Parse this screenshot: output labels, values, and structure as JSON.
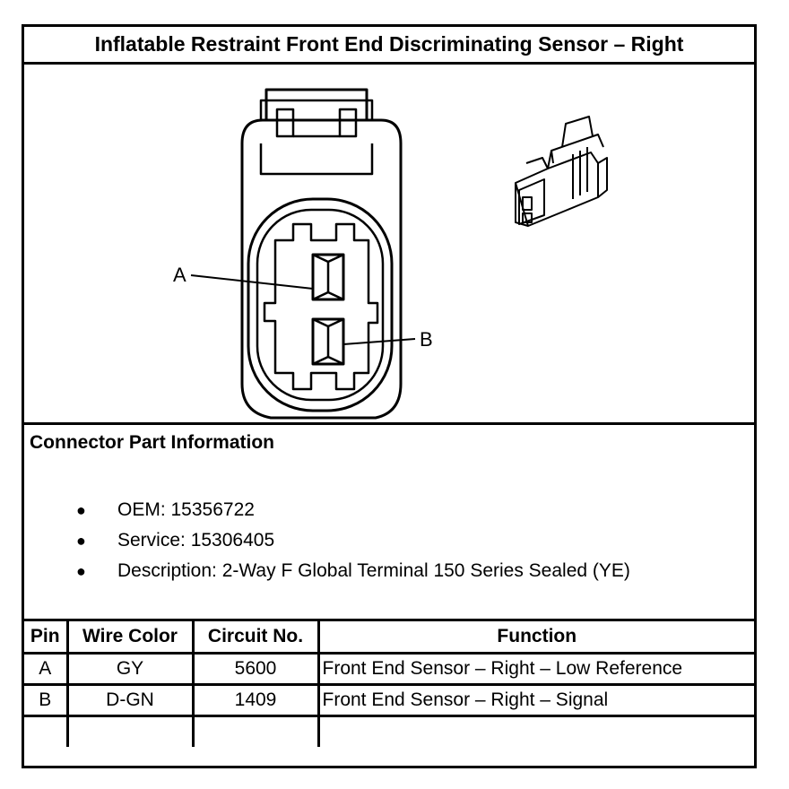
{
  "header": {
    "title": "Inflatable Restraint Front End Discriminating Sensor – Right"
  },
  "figure": {
    "callout_a": "A",
    "callout_b": "B"
  },
  "info": {
    "heading": "Connector Part Information",
    "items": [
      "OEM: 15356722",
      "Service: 15306405",
      "Description: 2-Way F Global Terminal 150 Series Sealed (YE)"
    ]
  },
  "table": {
    "headers": [
      "Pin",
      "Wire Color",
      "Circuit No.",
      "Function"
    ],
    "rows": [
      [
        "A",
        "GY",
        "5600",
        "Front End Sensor – Right – Low Reference"
      ],
      [
        "B",
        "D-GN",
        "1409",
        "Front End Sensor – Right – Signal"
      ],
      [
        "",
        "",
        "",
        ""
      ]
    ]
  }
}
